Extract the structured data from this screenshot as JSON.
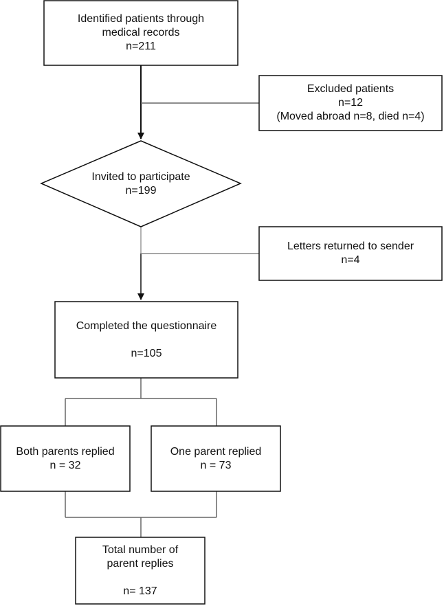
{
  "nodes": {
    "identified": {
      "line1": "Identified patients through",
      "line2": "medical records",
      "line3": "n=211"
    },
    "excluded": {
      "line1": "Excluded patients",
      "line2": "n=12",
      "line3": "(Moved abroad n=8, died n=4)"
    },
    "invited": {
      "line1": "Invited to participate",
      "line2": "n=199"
    },
    "returned": {
      "line1": "Letters returned to sender",
      "line2": "n=4"
    },
    "completed": {
      "line1": "Completed the questionnaire",
      "line2": "n=105"
    },
    "both_parents": {
      "line1": "Both parents replied",
      "line2": "n = 32"
    },
    "one_parent": {
      "line1": "One parent replied",
      "line2": "n = 73"
    },
    "total": {
      "line1": "Total number of",
      "line2": "parent replies",
      "line3": "n= 137"
    }
  },
  "colors": {
    "box_stroke": "#111111",
    "connector": "#666666",
    "arrow": "#111111",
    "background": "#ffffff",
    "text": "#111111"
  }
}
